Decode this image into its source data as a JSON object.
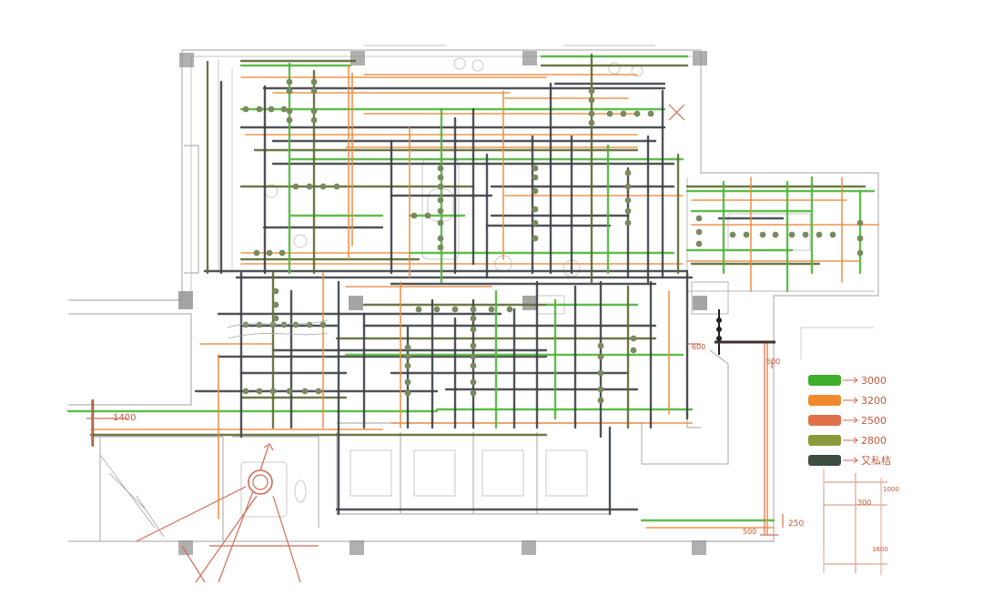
{
  "annotations": {
    "span_label": "1400",
    "dim_a": "600",
    "dim_b": "500",
    "dim_c": "250",
    "dim_d": "500",
    "dim_e": "300",
    "dim_f": "1000",
    "dim_g": "1600"
  },
  "legend": {
    "items": [
      {
        "color": "#3fae2a",
        "label": "3000"
      },
      {
        "color": "#f08a2c",
        "label": "3200"
      },
      {
        "color": "#e0704a",
        "label": "2500"
      },
      {
        "color": "#8a9a3a",
        "label": "2800"
      },
      {
        "color": "#3d4d40",
        "label": "又私桔"
      }
    ]
  },
  "colors": {
    "green": "#4fb63a",
    "olive": "#5d6a34",
    "dark": "#3e4246",
    "orange": "#ee8a3a",
    "wall": "#b8b8b8",
    "redpen": "#d46a54"
  }
}
